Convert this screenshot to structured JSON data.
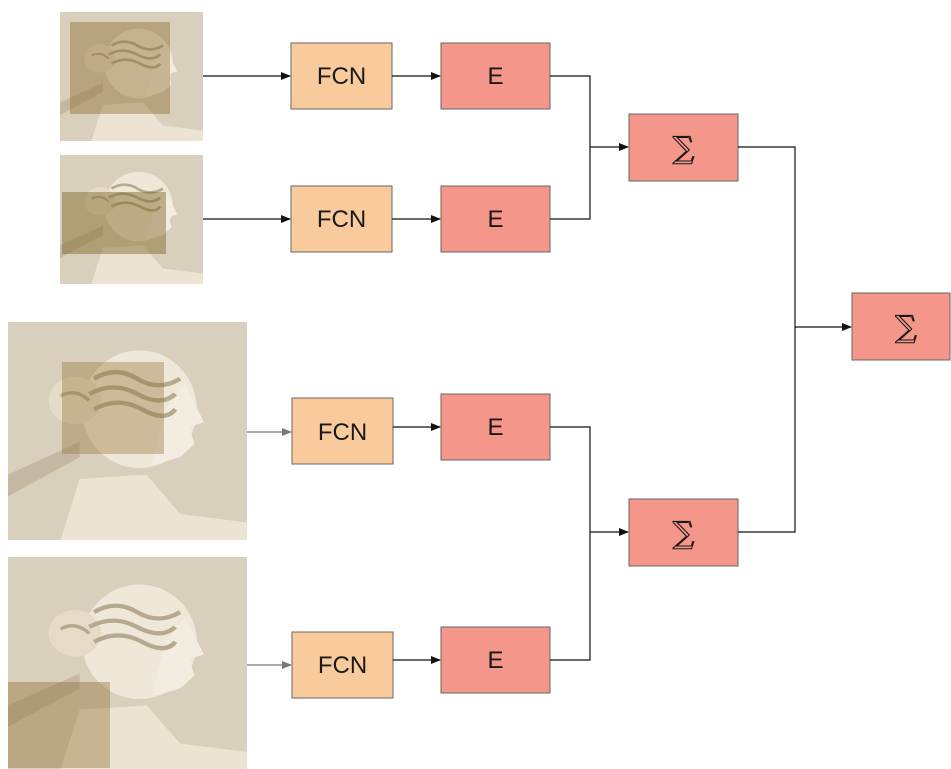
{
  "diagram": {
    "inputs": [
      {
        "id": "crop-1",
        "description_icon": "statue-head-crop-icon"
      },
      {
        "id": "crop-2",
        "description_icon": "statue-head-crop-icon"
      },
      {
        "id": "crop-3",
        "description_icon": "statue-head-crop-icon"
      },
      {
        "id": "crop-4",
        "description_icon": "statue-head-crop-icon"
      }
    ],
    "fcn_label": "FCN",
    "e_label": "E",
    "sum_label": "∑",
    "colors": {
      "fcn_fill": "#f9cb9c",
      "e_fill": "#f4978a",
      "sum_fill": "#f4978a",
      "box_stroke": "#666666",
      "arrow": "#111111",
      "photo_bg": "#d9d0bd",
      "statue": "#efe7d8",
      "highlight": "#8a6a2c"
    }
  }
}
